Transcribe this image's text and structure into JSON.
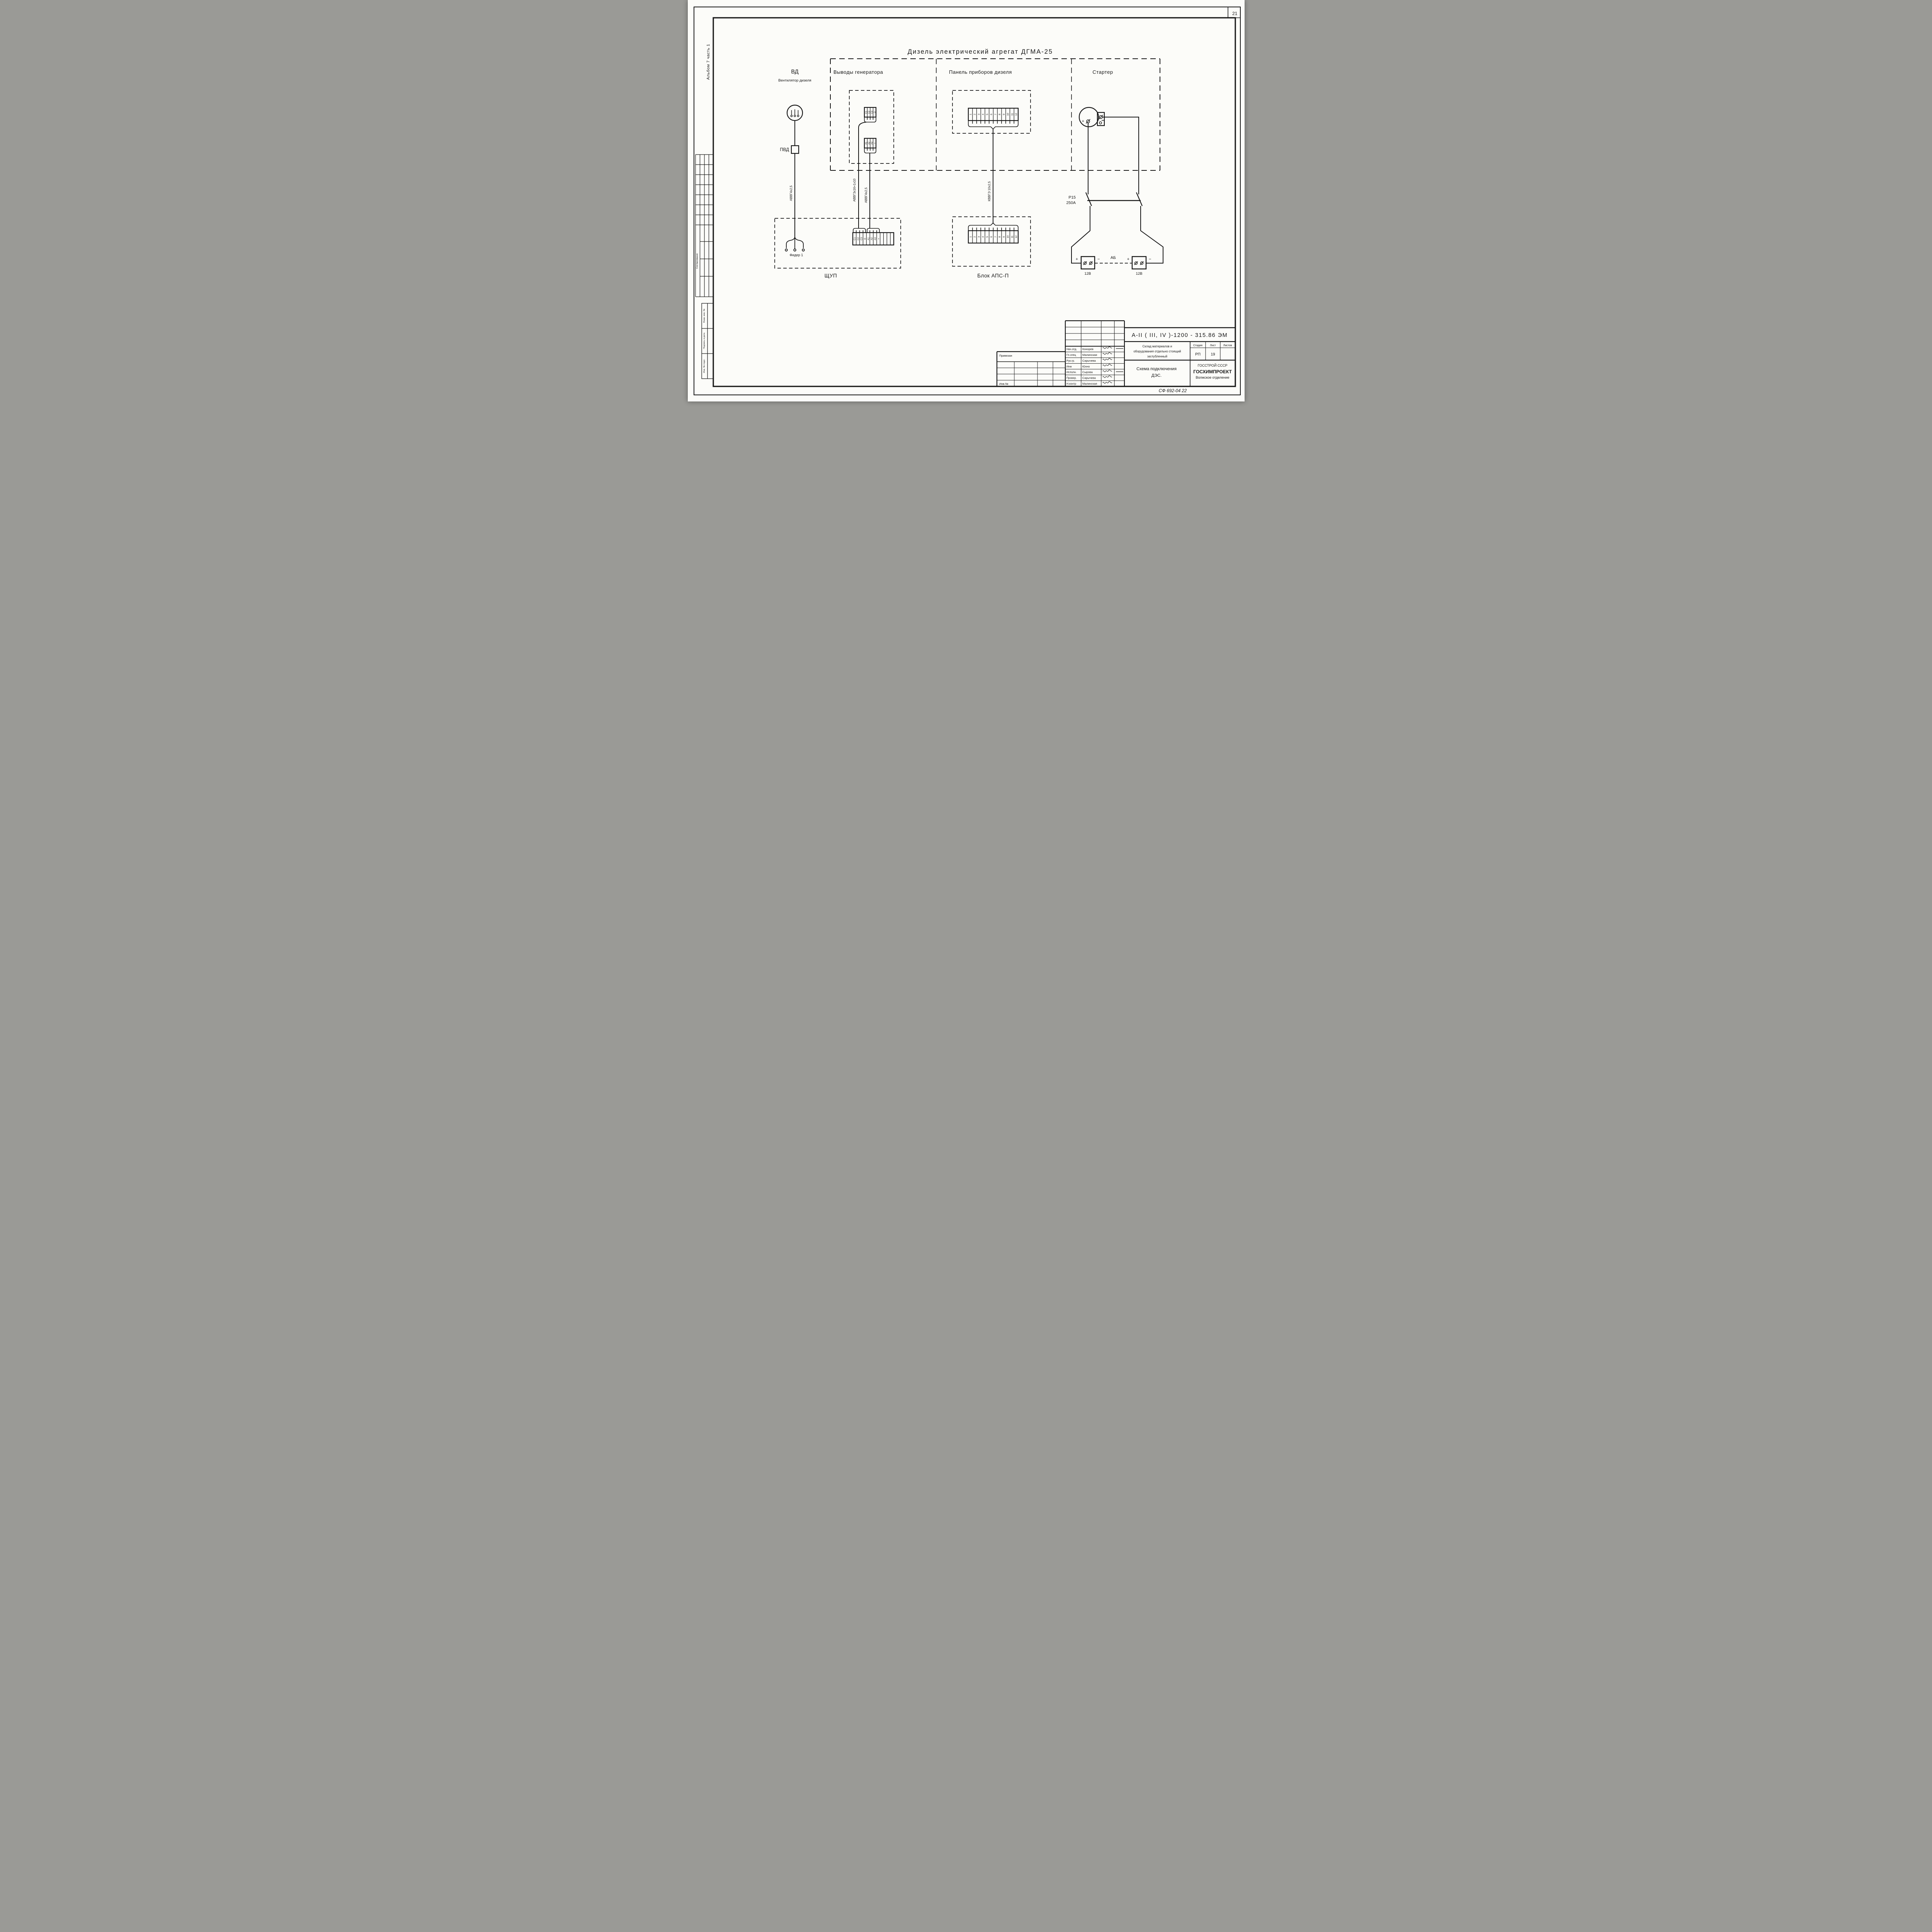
{
  "page_number": "21",
  "margins": {
    "album": "Альбом 7 часть 1",
    "agreed": "Согласовано:",
    "stamp": [
      "Взам. инв. №",
      "Подпись и дата",
      "Инв. № подл."
    ]
  },
  "diagram": {
    "title": "Дизель электрический агрегат ДГМА-25",
    "vd": {
      "abbr": "ВД",
      "name": "Вентилятор дизеля",
      "pvd": "ПВД",
      "cable": "АВВГ4х2,5",
      "feeder": "Фидер 1",
      "shup": "ЩУП"
    },
    "generator": {
      "heading": "Выводы генератора",
      "cable1": "АВВГ3х16+1х10",
      "cable2": "АВВГ4х2,5",
      "block_top": [
        "С1",
        "С2",
        "С3",
        "О"
      ],
      "block_bottom": [
        "А1",
        "А2",
        "А3",
        "+"
      ]
    },
    "shup_cells": [
      "С1",
      "С2",
      "С3",
      "О",
      "А1",
      "А2",
      "А3",
      "+",
      "",
      "",
      "",
      ""
    ],
    "panel": {
      "heading": "Панель приборов дизеля",
      "cable": "КВВГЭ 10х2,5",
      "block": "Блок АПС-П",
      "numbers": [
        "1",
        "2",
        "3",
        "4",
        "5",
        "6",
        "7",
        "8",
        "9",
        "10",
        "11",
        "12"
      ]
    },
    "starter": {
      "heading": "Стартер",
      "r15": [
        "Р15",
        "250А"
      ],
      "ab": "АБ",
      "volt": "12В",
      "plus": "+",
      "minus": "−"
    }
  },
  "titleblock": {
    "doc": "А-II ( III, IV )-1200 - 315.86 ЭМ",
    "rows": [
      {
        "role": "Нач.отд.",
        "name": "Конорев"
      },
      {
        "role": "Гл.спец",
        "name": "Малинская"
      },
      {
        "role": "Рук.гр.",
        "name": "Сарычева"
      },
      {
        "role": "Инж",
        "name": "Юхно"
      },
      {
        "role": "Исполн.",
        "name": "Сырова"
      },
      {
        "role": "Провер.",
        "name": "Сарычева"
      },
      {
        "role": "Н.контр",
        "name": "Малинская"
      }
    ],
    "project_lines": [
      "Склад материалов и",
      "оборудования отдельно стоящий",
      "заглубленный"
    ],
    "sheet_title_lines": [
      "Схема подключения",
      "ДЭС."
    ],
    "org": [
      "ГОССТРОЙ СССР",
      "ГОСХИМПРОЕКТ",
      "Волжское отделение"
    ],
    "stage_label": "Стадия",
    "sheet_label": "Лист",
    "sheets_label": "Листов",
    "stage": "РП",
    "sheet": "19",
    "attached": "Привязан",
    "inv": "Инв.№",
    "code": "СФ 692-04  22"
  }
}
